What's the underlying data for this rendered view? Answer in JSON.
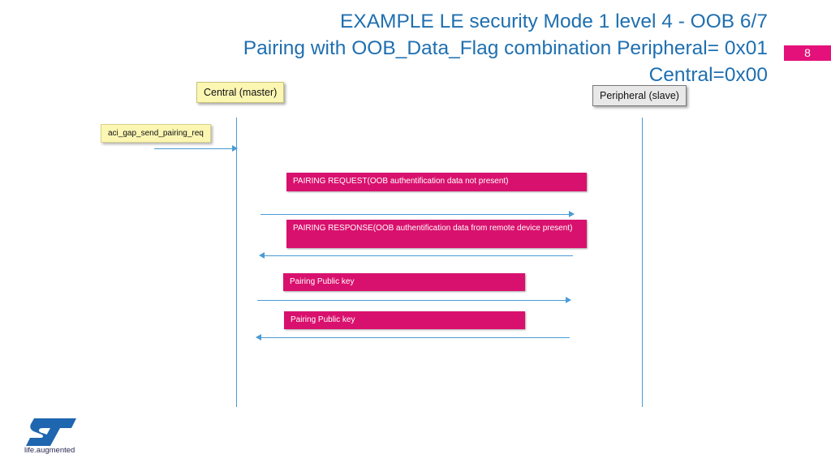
{
  "header": {
    "title_line1": "EXAMPLE LE security Mode 1 level 4 - OOB 6/7",
    "title_line2": "Pairing with OOB_Data_Flag combination Peripheral= 0x01",
    "title_line3": "Central=0x00",
    "page_number": "8"
  },
  "actors": {
    "central": "Central (master)",
    "peripheral": "Peripheral (slave)"
  },
  "command": "aci_gap_send_pairing_req",
  "messages": [
    {
      "label": "PAIRING REQUEST(OOB authentification data not present)",
      "direction": "central-to-peripheral"
    },
    {
      "label": "PAIRING RESPONSE(OOB authentification data from remote device present)",
      "direction": "peripheral-to-central"
    },
    {
      "label": "Pairing Public key",
      "direction": "central-to-peripheral"
    },
    {
      "label": "Pairing Public key",
      "direction": "peripheral-to-central"
    }
  ],
  "logo": {
    "brand": "ST",
    "tagline": "life.augmented",
    "color": "#1f66b0"
  },
  "colors": {
    "title": "#1f6fb0",
    "accent": "#e4117a",
    "message_box": "#d9116e",
    "lifeline": "#4a9bd6",
    "actor_central": "#fbf6b2",
    "actor_peripheral": "#e8e8e8"
  }
}
